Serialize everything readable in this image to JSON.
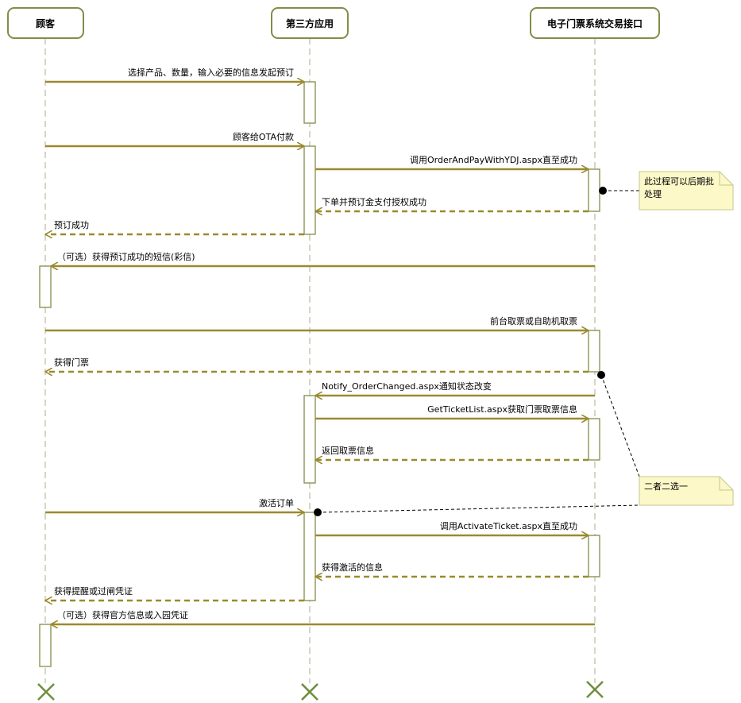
{
  "participants": [
    {
      "id": "customer",
      "name": "顾客"
    },
    {
      "id": "app",
      "name": "第三方应用"
    },
    {
      "id": "system",
      "name": "电子门票系统交易接口"
    }
  ],
  "messages": [
    {
      "text": "选择产品、数量，输入必要的信息发起预订",
      "from": "customer",
      "to": "app",
      "kind": "sync"
    },
    {
      "text": "顾客给OTA付款",
      "from": "customer",
      "to": "app",
      "kind": "sync"
    },
    {
      "text": "调用OrderAndPayWithYDJ.aspx直至成功",
      "from": "app",
      "to": "system",
      "kind": "sync"
    },
    {
      "text": "下单并预订金支付授权成功",
      "from": "system",
      "to": "app",
      "kind": "return"
    },
    {
      "text": "预订成功",
      "from": "app",
      "to": "customer",
      "kind": "return"
    },
    {
      "text": "（可选）获得预订成功的短信(彩信)",
      "from": "system",
      "to": "customer",
      "kind": "sync"
    },
    {
      "text": "前台取票或自助机取票",
      "from": "customer",
      "to": "system",
      "kind": "sync"
    },
    {
      "text": "获得门票",
      "from": "system",
      "to": "customer",
      "kind": "return"
    },
    {
      "text": "Notify_OrderChanged.aspx通知状态改变",
      "from": "system",
      "to": "app",
      "kind": "sync"
    },
    {
      "text": "GetTicketList.aspx获取门票取票信息",
      "from": "app",
      "to": "system",
      "kind": "sync"
    },
    {
      "text": "返回取票信息",
      "from": "system",
      "to": "app",
      "kind": "return"
    },
    {
      "text": "激活订单",
      "from": "customer",
      "to": "app",
      "kind": "sync"
    },
    {
      "text": "调用ActivateTicket.aspx直至成功",
      "from": "app",
      "to": "system",
      "kind": "sync"
    },
    {
      "text": "获得激活的信息",
      "from": "system",
      "to": "app",
      "kind": "return"
    },
    {
      "text": "获得提醒或过闸凭证",
      "from": "app",
      "to": "customer",
      "kind": "return"
    },
    {
      "text": "（可选）获得官方信息或入园凭证",
      "from": "system",
      "to": "customer",
      "kind": "sync"
    }
  ],
  "notes": [
    {
      "lines": [
        "此过程可以后期批",
        "处理"
      ]
    },
    {
      "lines": [
        "二者二选一"
      ]
    }
  ],
  "colors": {
    "arrow": "#9a8a2f",
    "activation_border": "#7f8f47",
    "lifeline": "#d6d6c6",
    "participant_border": "#7f8f47",
    "note_fill": "#fcf8c8",
    "note_border": "#c9c68a",
    "destroy_mark": "#6f8f3f"
  }
}
